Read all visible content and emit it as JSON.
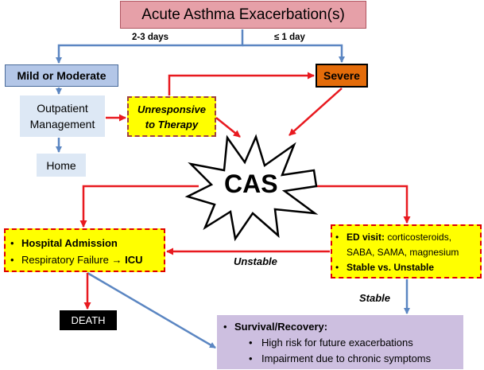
{
  "diagram": {
    "title": "Acute Asthma Exacerbation(s)",
    "branch_left": "2-3 days",
    "branch_right": "≤ 1 day",
    "mild": "Mild or Moderate",
    "severe": "Severe",
    "outpatient_line1": "Outpatient",
    "outpatient_line2": "Management",
    "unresponsive_line1": "Unresponsive",
    "unresponsive_line2": "to Therapy",
    "home": "Home",
    "cas": "CAS",
    "hospital": {
      "line1": "Hospital Admission",
      "line2_prefix": "Respiratory Failure",
      "line2_arrow": "→",
      "line2_suffix": "ICU"
    },
    "ed": {
      "line1_bold": "ED visit:",
      "line1_rest": "corticosteroids,",
      "line2": "SABA, SAMA, magnesium",
      "line3": "Stable vs. Unstable"
    },
    "unstable_label": "Unstable",
    "stable_label": "Stable",
    "death": "DEATH",
    "survival": {
      "title": "Survival/Recovery:",
      "item1": "High risk for future exacerbations",
      "item2": "Impairment due to chronic symptoms"
    },
    "bullet": "•",
    "colors": {
      "blue_arrow": "#5b86c2",
      "red_arrow": "#e8191f",
      "title_fill": "#e6a0a8",
      "mild_fill": "#b3c6e7",
      "severe_fill": "#e46c0a",
      "yellow_fill": "#ffff00",
      "survival_fill": "#cdbfe0"
    }
  }
}
